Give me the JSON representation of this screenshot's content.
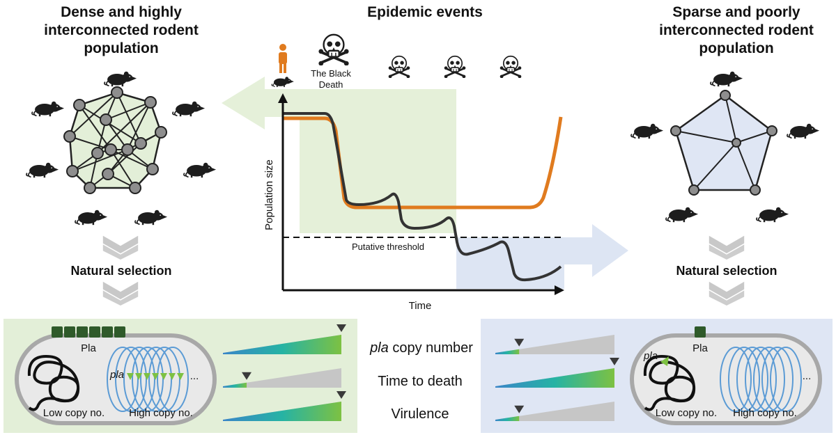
{
  "titles": {
    "left": [
      "Dense and highly",
      "interconnected rodent",
      "population"
    ],
    "center": "Epidemic events",
    "right": [
      "Sparse and poorly",
      "interconnected rodent",
      "population"
    ]
  },
  "events": {
    "black_death": [
      "The Black",
      "Death"
    ]
  },
  "chart_data": {
    "type": "line",
    "xlabel": "Time",
    "ylabel": "Population size",
    "threshold_label": "Putative threshold",
    "series": [
      {
        "color": "#e07b1f"
      },
      {
        "color": "#333333"
      }
    ]
  },
  "natural_selection": {
    "left": "Natural selection",
    "right": "Natural selection"
  },
  "traits": {
    "rows": [
      {
        "label_italic": "pla",
        "label_rest": " copy number"
      },
      {
        "label_italic": "",
        "label_rest": "Time to death"
      },
      {
        "label_italic": "",
        "label_rest": "Virulence"
      }
    ],
    "left_levels": [
      1.0,
      0.2,
      1.0
    ],
    "right_levels": [
      0.2,
      1.0,
      0.2
    ]
  },
  "cells": {
    "left": {
      "pla_label": "Pla",
      "gene_label": "pla",
      "low": "Low copy no.",
      "high": "High copy no.",
      "ellipsis": "..."
    },
    "right": {
      "pla_label": "Pla",
      "gene_label": "pla",
      "low": "Low copy no.",
      "high": "High copy no.",
      "ellipsis": "..."
    }
  },
  "colors": {
    "green_bg": "#e3efd8",
    "blue_bg": "#dfe6f4",
    "green_arrow": "#e5f0d9",
    "blue_arrow": "#dde5f3",
    "orange": "#e07b1f",
    "node_gray": "#8e8e8e",
    "plasmid_blue": "#5b9bd5",
    "chevron_gray": "#c8c8c8"
  },
  "icons": [
    "person-icon",
    "skull-crossbones-icon",
    "rat-icon",
    "chevron-down-icon"
  ]
}
